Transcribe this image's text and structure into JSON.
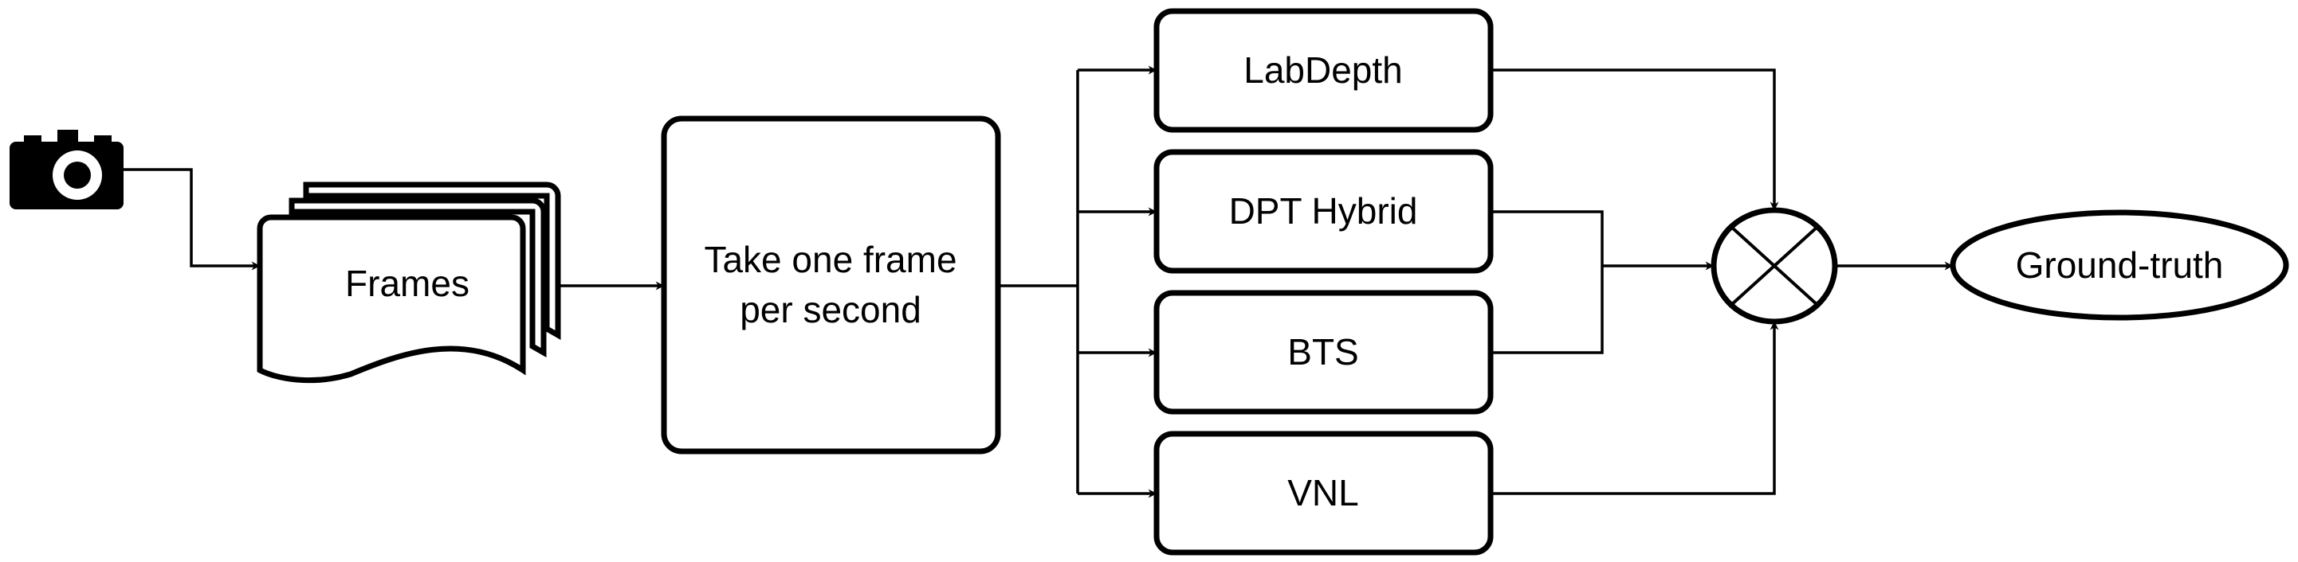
{
  "nodes": {
    "frames": "Frames",
    "take_frame": [
      "Take one frame",
      "per second"
    ],
    "labdepth": "LabDepth",
    "dpt_hybrid": "DPT Hybrid",
    "bts": "BTS",
    "vnl": "VNL",
    "ground_truth": "Ground-truth"
  },
  "icons": {
    "camera": "camera-icon",
    "combine": "multiply-circle-icon"
  },
  "colors": {
    "stroke": "#000000",
    "background": "#ffffff"
  }
}
